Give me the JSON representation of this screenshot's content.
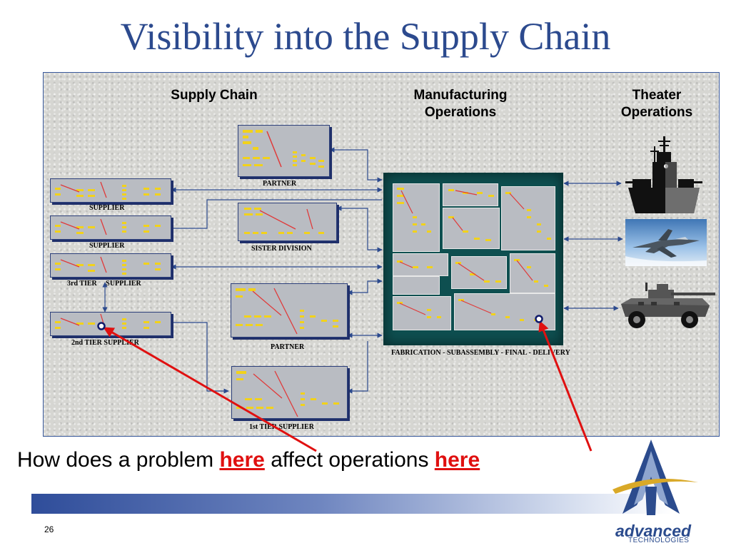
{
  "slide": {
    "title": "Visibility into the Supply Chain",
    "page_number": "26"
  },
  "columns": {
    "supply_chain": "Supply Chain",
    "manufacturing": "Manufacturing\nOperations",
    "theater": "Theater\nOperations"
  },
  "cards": {
    "partner_top": "PARTNER",
    "supplier_1": "SUPPLIER",
    "supplier_2": "SUPPLIER",
    "sister_division": "SISTER DIVISION",
    "third_tier": "3rd TIER     SUPPLIER",
    "second_tier": "2nd TIER SUPPLIER",
    "partner_mid": "PARTNER",
    "first_tier": "1st TIER SUPPLIER"
  },
  "manufacturing_flow": "FABRICATION  -  SUBASSEMBLY  -  FINAL  -  DELIVERY",
  "question": {
    "part1": "How does a problem ",
    "here1": "here",
    "part2": " affect operations ",
    "here2": "here"
  },
  "theater_icons": [
    "warship-icon",
    "fighter-jet-icon",
    "armored-vehicle-icon"
  ],
  "logo": {
    "name": "advanced",
    "sub": "TECHNOLOGIES"
  },
  "colors": {
    "title": "#2c4a8e",
    "highlight": "#e01010",
    "connector": "#2c4a8e",
    "manufacturing_bg": "#0e4f50",
    "card_bg": "#b9bcc2"
  }
}
